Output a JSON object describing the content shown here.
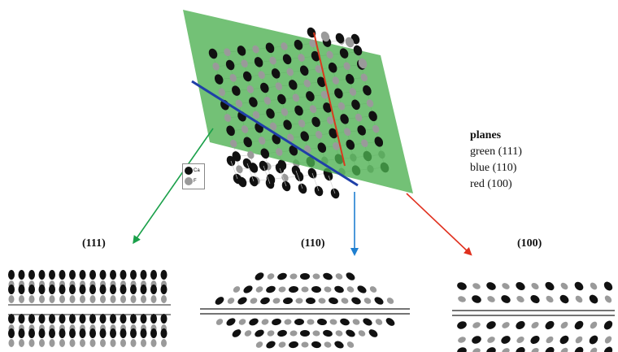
{
  "legend": {
    "title": "planes",
    "items": [
      {
        "label": "green (111)",
        "color": "#4caf50"
      },
      {
        "label": "blue (110)",
        "color": "#1f3fa8"
      },
      {
        "label": "red (100)",
        "color": "#e0301e"
      }
    ]
  },
  "atom_key": {
    "ca_label": "Ca",
    "f_label": "F",
    "ca_color": "#111111",
    "f_color": "#9a9a9a"
  },
  "panels": [
    {
      "label": "(111)",
      "arrow_color": "#1aa04a"
    },
    {
      "label": "(110)",
      "arrow_color": "#1f7fd0"
    },
    {
      "label": "(100)",
      "arrow_color": "#e0301e"
    }
  ],
  "plane_colors": {
    "green": "#5cb85c",
    "blue": "#1f3fa8",
    "red": "#d83a1e"
  }
}
